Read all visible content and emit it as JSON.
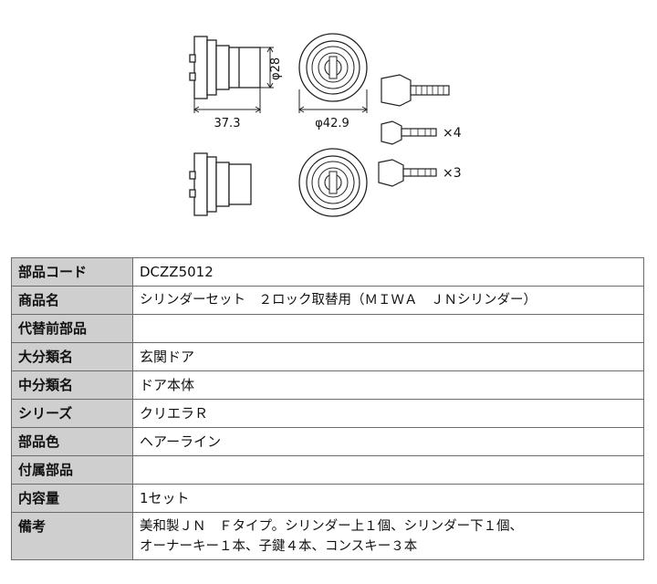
{
  "drawing": {
    "dim_height": "φ28",
    "dim_length": "37.3",
    "dim_diameter": "φ42.9",
    "qty_child_keys": "×4",
    "qty_construction_keys": "×3"
  },
  "spec_rows": [
    {
      "label": "部品コード",
      "value": "DCZZ5012"
    },
    {
      "label": "商品名",
      "value": "シリンダーセット　２ロック取替用（ＭＩＷＡ　ＪＮシリンダー）"
    },
    {
      "label": "代替前部品",
      "value": ""
    },
    {
      "label": "大分類名",
      "value": "玄関ドア"
    },
    {
      "label": "中分類名",
      "value": "ドア本体"
    },
    {
      "label": "シリーズ",
      "value": "クリエラＲ"
    },
    {
      "label": "部品色",
      "value": "ヘアーライン"
    },
    {
      "label": "付属部品",
      "value": ""
    },
    {
      "label": "内容量",
      "value": "1セット"
    },
    {
      "label": "備考",
      "value_lines": [
        "美和製ＪＮ　Ｆタイプ。シリンダー上１個、シリンダー下１個、",
        "オーナーキー１本、子鍵４本、コンスキー３本"
      ]
    }
  ]
}
